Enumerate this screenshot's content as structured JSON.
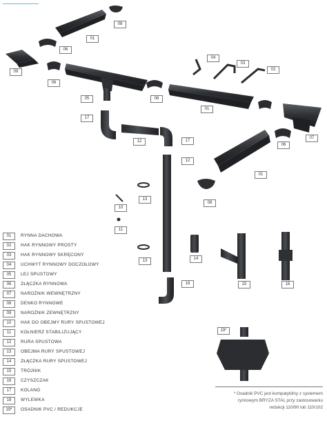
{
  "tags": {
    "t08a": "08",
    "t01a": "01",
    "t06a": "06",
    "t09": "09",
    "t06b": "06",
    "t04": "04",
    "t03": "03",
    "t02": "02",
    "t05": "05",
    "t06c": "06",
    "t01b": "01",
    "t06d": "06",
    "t17a": "17",
    "t12a": "12",
    "t17b": "17",
    "t13a": "13",
    "t07": "07",
    "t01c": "01",
    "t08b": "08",
    "t10": "10",
    "t11": "11",
    "t13b": "13",
    "t14": "14",
    "t15": "15",
    "t16": "16",
    "t18": "18",
    "t19": "19*"
  },
  "legend": [
    {
      "num": "01",
      "label": "RYNNA DACHOWA"
    },
    {
      "num": "02",
      "label": "HAK RYNNOWY PROSTY"
    },
    {
      "num": "03",
      "label": "HAK RYNNOWY SKRĘCONY"
    },
    {
      "num": "04",
      "label": "UCHWYT RYNNOWY DOCZOŁOWY"
    },
    {
      "num": "05",
      "label": "LEJ SPUSTOWY"
    },
    {
      "num": "06",
      "label": "ZŁĄCZKA RYNNOWA"
    },
    {
      "num": "07",
      "label": "NAROŻNIK WEWNĘTRZNY"
    },
    {
      "num": "08",
      "label": "DENKO RYNNOWE"
    },
    {
      "num": "09",
      "label": "NAROŻNIK ZEWNĘTRZNY"
    },
    {
      "num": "10",
      "label": "HAK DO OBEJMY RURY SPUSTOWEJ"
    },
    {
      "num": "11",
      "label": "KOŁNIERZ STABILIZUJĄCY"
    },
    {
      "num": "12",
      "label": "RURA SPUSTOWA"
    },
    {
      "num": "13",
      "label": "OBEJMA RURY SPUSTOWEJ"
    },
    {
      "num": "14",
      "label": "ZŁĄCZKA RURY SPUSTOWEJ"
    },
    {
      "num": "15",
      "label": "TRÓJNIK"
    },
    {
      "num": "16",
      "label": "CZYSZCZAK"
    },
    {
      "num": "17",
      "label": "KOLANO"
    },
    {
      "num": "18",
      "label": "WYLEWKA"
    },
    {
      "num": "19*",
      "label": "OSADNIK PVC / REDUKCJE"
    }
  ],
  "note": {
    "line1": "* Osadnik PVC jest kompatybilny z systemem",
    "line2": "rynnowym BRYZA STAL przy zastosowaniu",
    "line3": "redukcji 110/90 lub 110/102"
  }
}
